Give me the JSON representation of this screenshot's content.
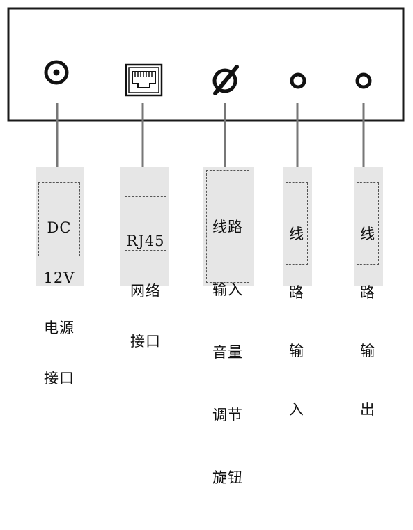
{
  "colors": {
    "panel_stroke": "#1a1a1a",
    "leader_line": "#777777",
    "label_fill": "#e6e6e6",
    "text": "#111111"
  },
  "connectors": [
    {
      "id": "dc",
      "icon": "dc-jack-icon",
      "label_lines": [
        "DC",
        "12V",
        "电源",
        "接口"
      ]
    },
    {
      "id": "rj45",
      "icon": "rj45-port-icon",
      "label_lines": [
        "RJ45",
        "网络",
        "接口"
      ]
    },
    {
      "id": "volume",
      "icon": "volume-knob-icon",
      "label_lines": [
        "线路",
        "输入",
        "音量",
        "调节",
        "旋钮"
      ]
    },
    {
      "id": "line-in",
      "icon": "line-in-jack-icon",
      "label_lines": [
        "线",
        "路",
        "输",
        "入"
      ]
    },
    {
      "id": "line-out",
      "icon": "line-out-jack-icon",
      "label_lines": [
        "线",
        "路",
        "输",
        "出"
      ]
    }
  ]
}
